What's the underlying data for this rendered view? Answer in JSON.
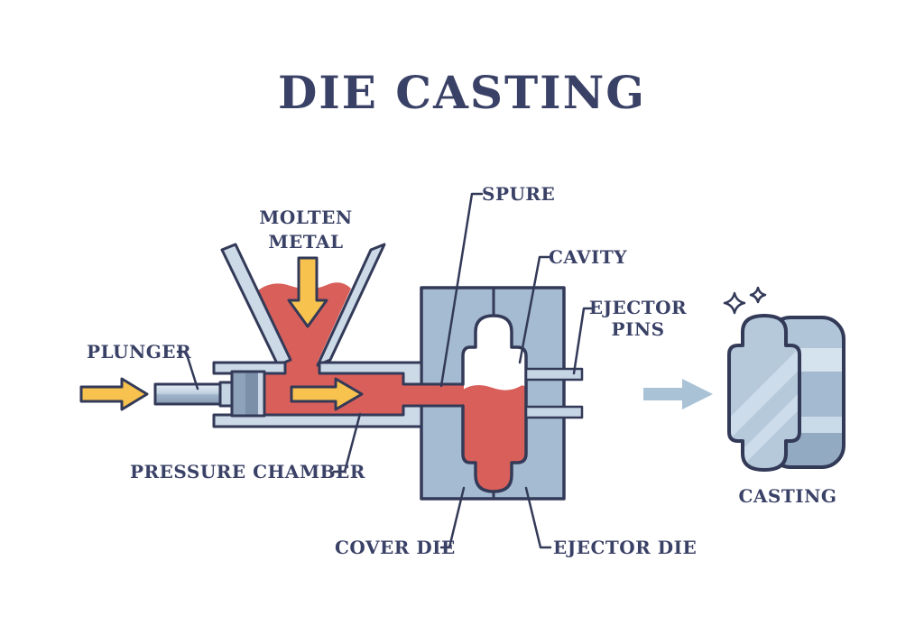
{
  "title": "DIE CASTING",
  "diagram": {
    "labels": {
      "molten_metal_line1": "MOLTEN",
      "molten_metal_line2": "METAL",
      "plunger": "PLUNGER",
      "spure": "SPURE",
      "cavity": "CAVITY",
      "ejector_pins_line1": "EJECTOR",
      "ejector_pins_line2": "PINS",
      "pressure_chamber": "PRESSURE CHAMBER",
      "cover_die": "COVER DIE",
      "ejector_die": "EJECTOR DIE",
      "casting": "CASTING"
    },
    "icons": [
      "molten-pour-arrow",
      "plunger-direction-arrow",
      "injection-flow-arrow",
      "ejection-arrow",
      "sparkle-large",
      "sparkle-small"
    ]
  },
  "colors": {
    "background": "#ffffff",
    "outline": "#333a58",
    "text": "#3a4166",
    "molten_red": "#d9605a",
    "light_wall": "#ccd9e7",
    "die_blue": "#a5bbd1",
    "pin_blue": "#c6d5e3",
    "piston_base": "#8ea2b9",
    "piston_dark": "#7b8fa9",
    "piston_light": "#ccd8e6",
    "arrow_yellow": "#f8c24e",
    "arrow_blue": "#a9c2d6",
    "casting_face": "#b6c9db",
    "casting_stripe": "#cddcea",
    "casting_side": "#a4bad0",
    "casting_band": "#d5e3ee"
  }
}
